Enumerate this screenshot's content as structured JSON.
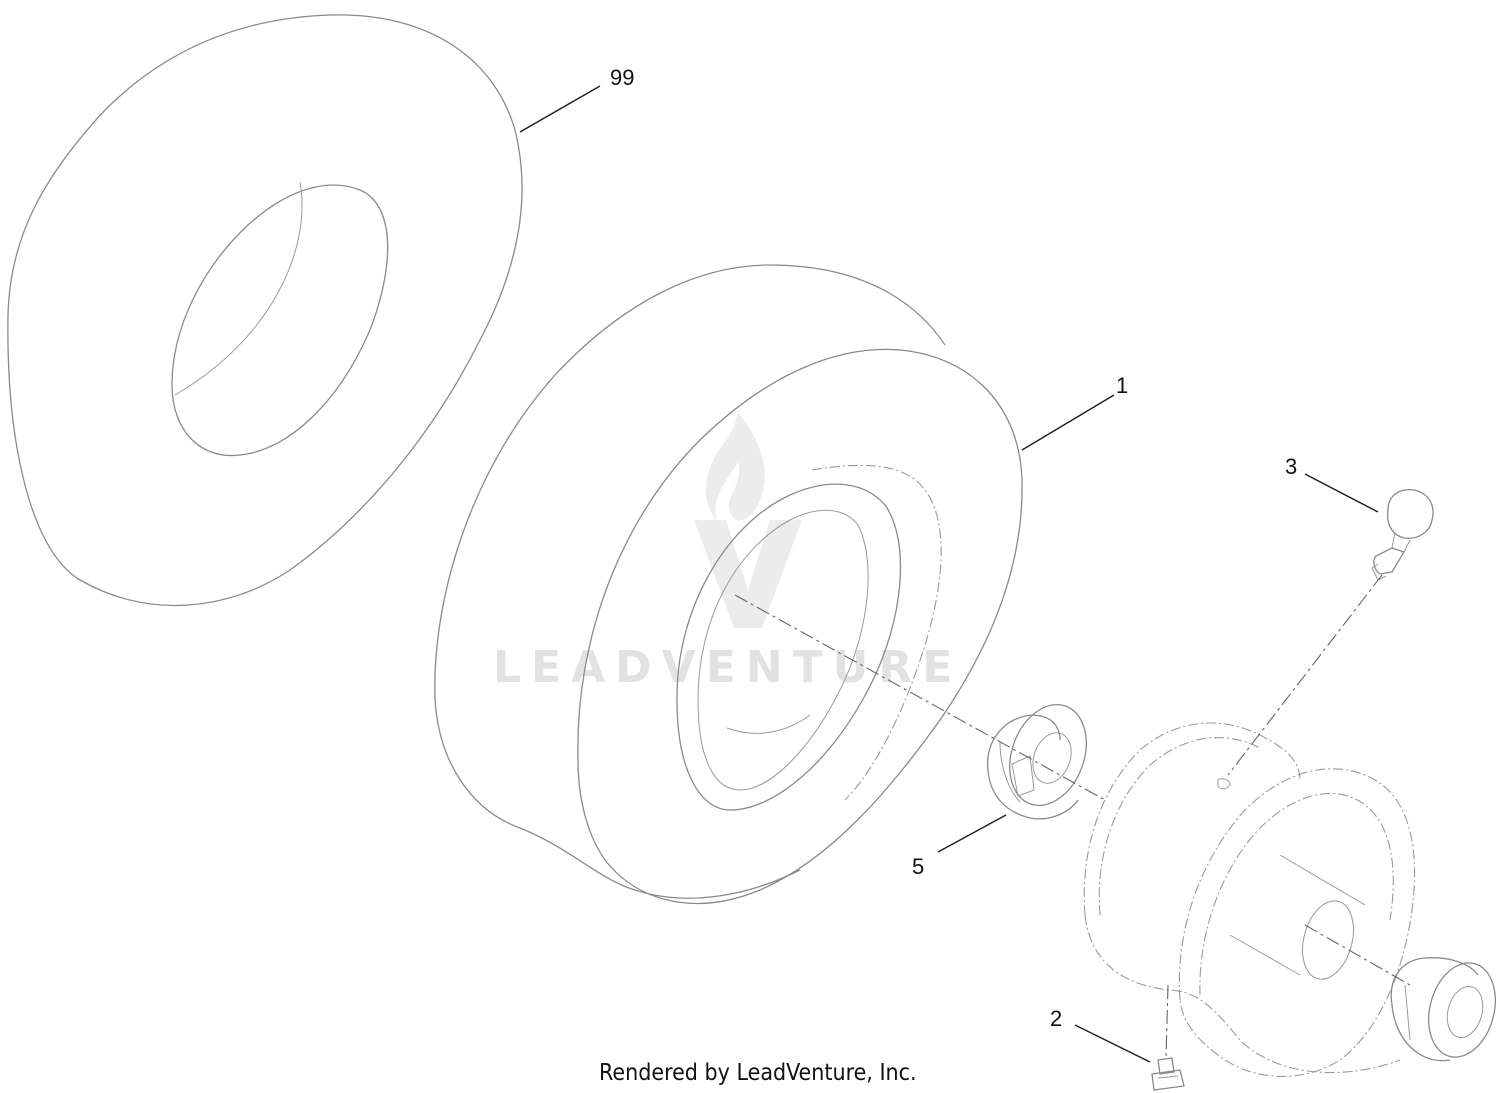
{
  "diagram": {
    "footer": "Rendered by LeadVenture, Inc.",
    "watermark": "LEADVENTURE",
    "callouts": [
      {
        "id": "99",
        "label": "99"
      },
      {
        "id": "1",
        "label": "1"
      },
      {
        "id": "3",
        "label": "3"
      },
      {
        "id": "5",
        "label": "5"
      },
      {
        "id": "2",
        "label": "2"
      }
    ],
    "colors": {
      "outline": "#8a8a8a",
      "leader": "#222222",
      "watermark": "#e2e2e2"
    }
  }
}
